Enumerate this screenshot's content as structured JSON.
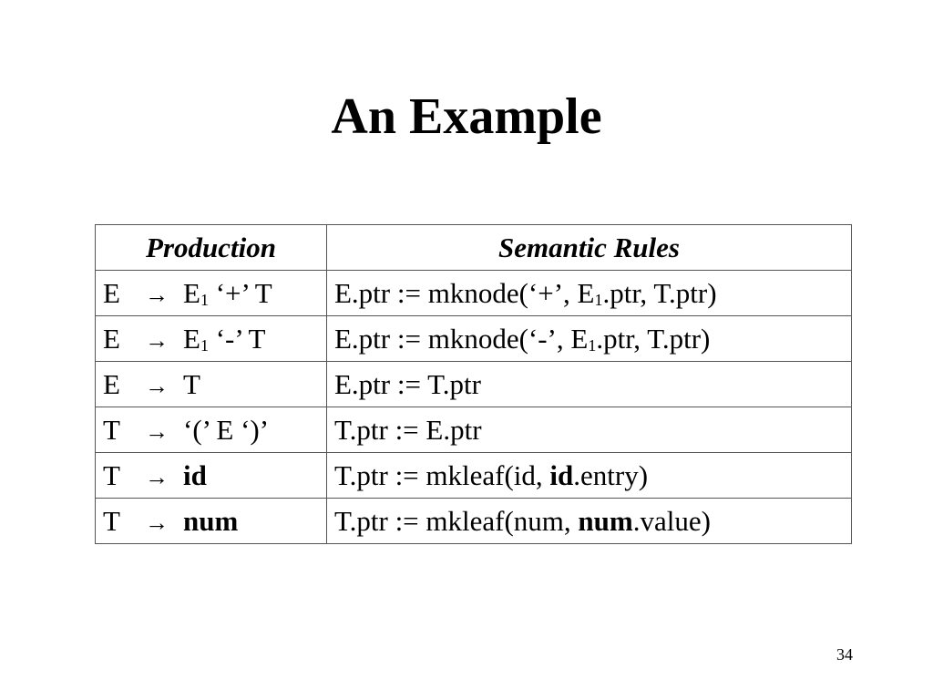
{
  "slide": {
    "title": "An Example",
    "page_number": "34"
  },
  "table": {
    "headers": [
      "Production",
      "Semantic Rules"
    ],
    "arrow": "→",
    "rows": [
      {
        "lhs": "E",
        "rhs_pre": "E",
        "rhs_sub": "1",
        "rhs_post": " ‘+’ T",
        "rhs_bold": "",
        "rule_pre": "E.ptr := mknode(‘+’, E",
        "rule_sub": "1",
        "rule_bold": "",
        "rule_post": ".ptr, T.ptr)"
      },
      {
        "lhs": "E",
        "rhs_pre": "E",
        "rhs_sub": "1",
        "rhs_post": " ‘-’ T",
        "rhs_bold": "",
        "rule_pre": "E.ptr := mknode(‘-’, E",
        "rule_sub": "1",
        "rule_bold": "",
        "rule_post": ".ptr, T.ptr)"
      },
      {
        "lhs": "E",
        "rhs_pre": "T",
        "rhs_sub": "",
        "rhs_post": "",
        "rhs_bold": "",
        "rule_pre": "E.ptr := T.ptr",
        "rule_sub": "",
        "rule_bold": "",
        "rule_post": ""
      },
      {
        "lhs": "T",
        "rhs_pre": "‘(’ E ‘)’",
        "rhs_sub": "",
        "rhs_post": "",
        "rhs_bold": "",
        "rule_pre": "T.ptr := E.ptr",
        "rule_sub": "",
        "rule_bold": "",
        "rule_post": ""
      },
      {
        "lhs": "T",
        "rhs_pre": "",
        "rhs_sub": "",
        "rhs_post": "",
        "rhs_bold": "id",
        "rule_pre": "T.ptr := mkleaf(id, ",
        "rule_sub": "",
        "rule_bold": "id",
        "rule_post": ".entry)"
      },
      {
        "lhs": "T",
        "rhs_pre": "",
        "rhs_sub": "",
        "rhs_post": "",
        "rhs_bold": "num",
        "rule_pre": "T.ptr := mkleaf(num, ",
        "rule_sub": "",
        "rule_bold": "num",
        "rule_post": ".value)"
      }
    ]
  }
}
